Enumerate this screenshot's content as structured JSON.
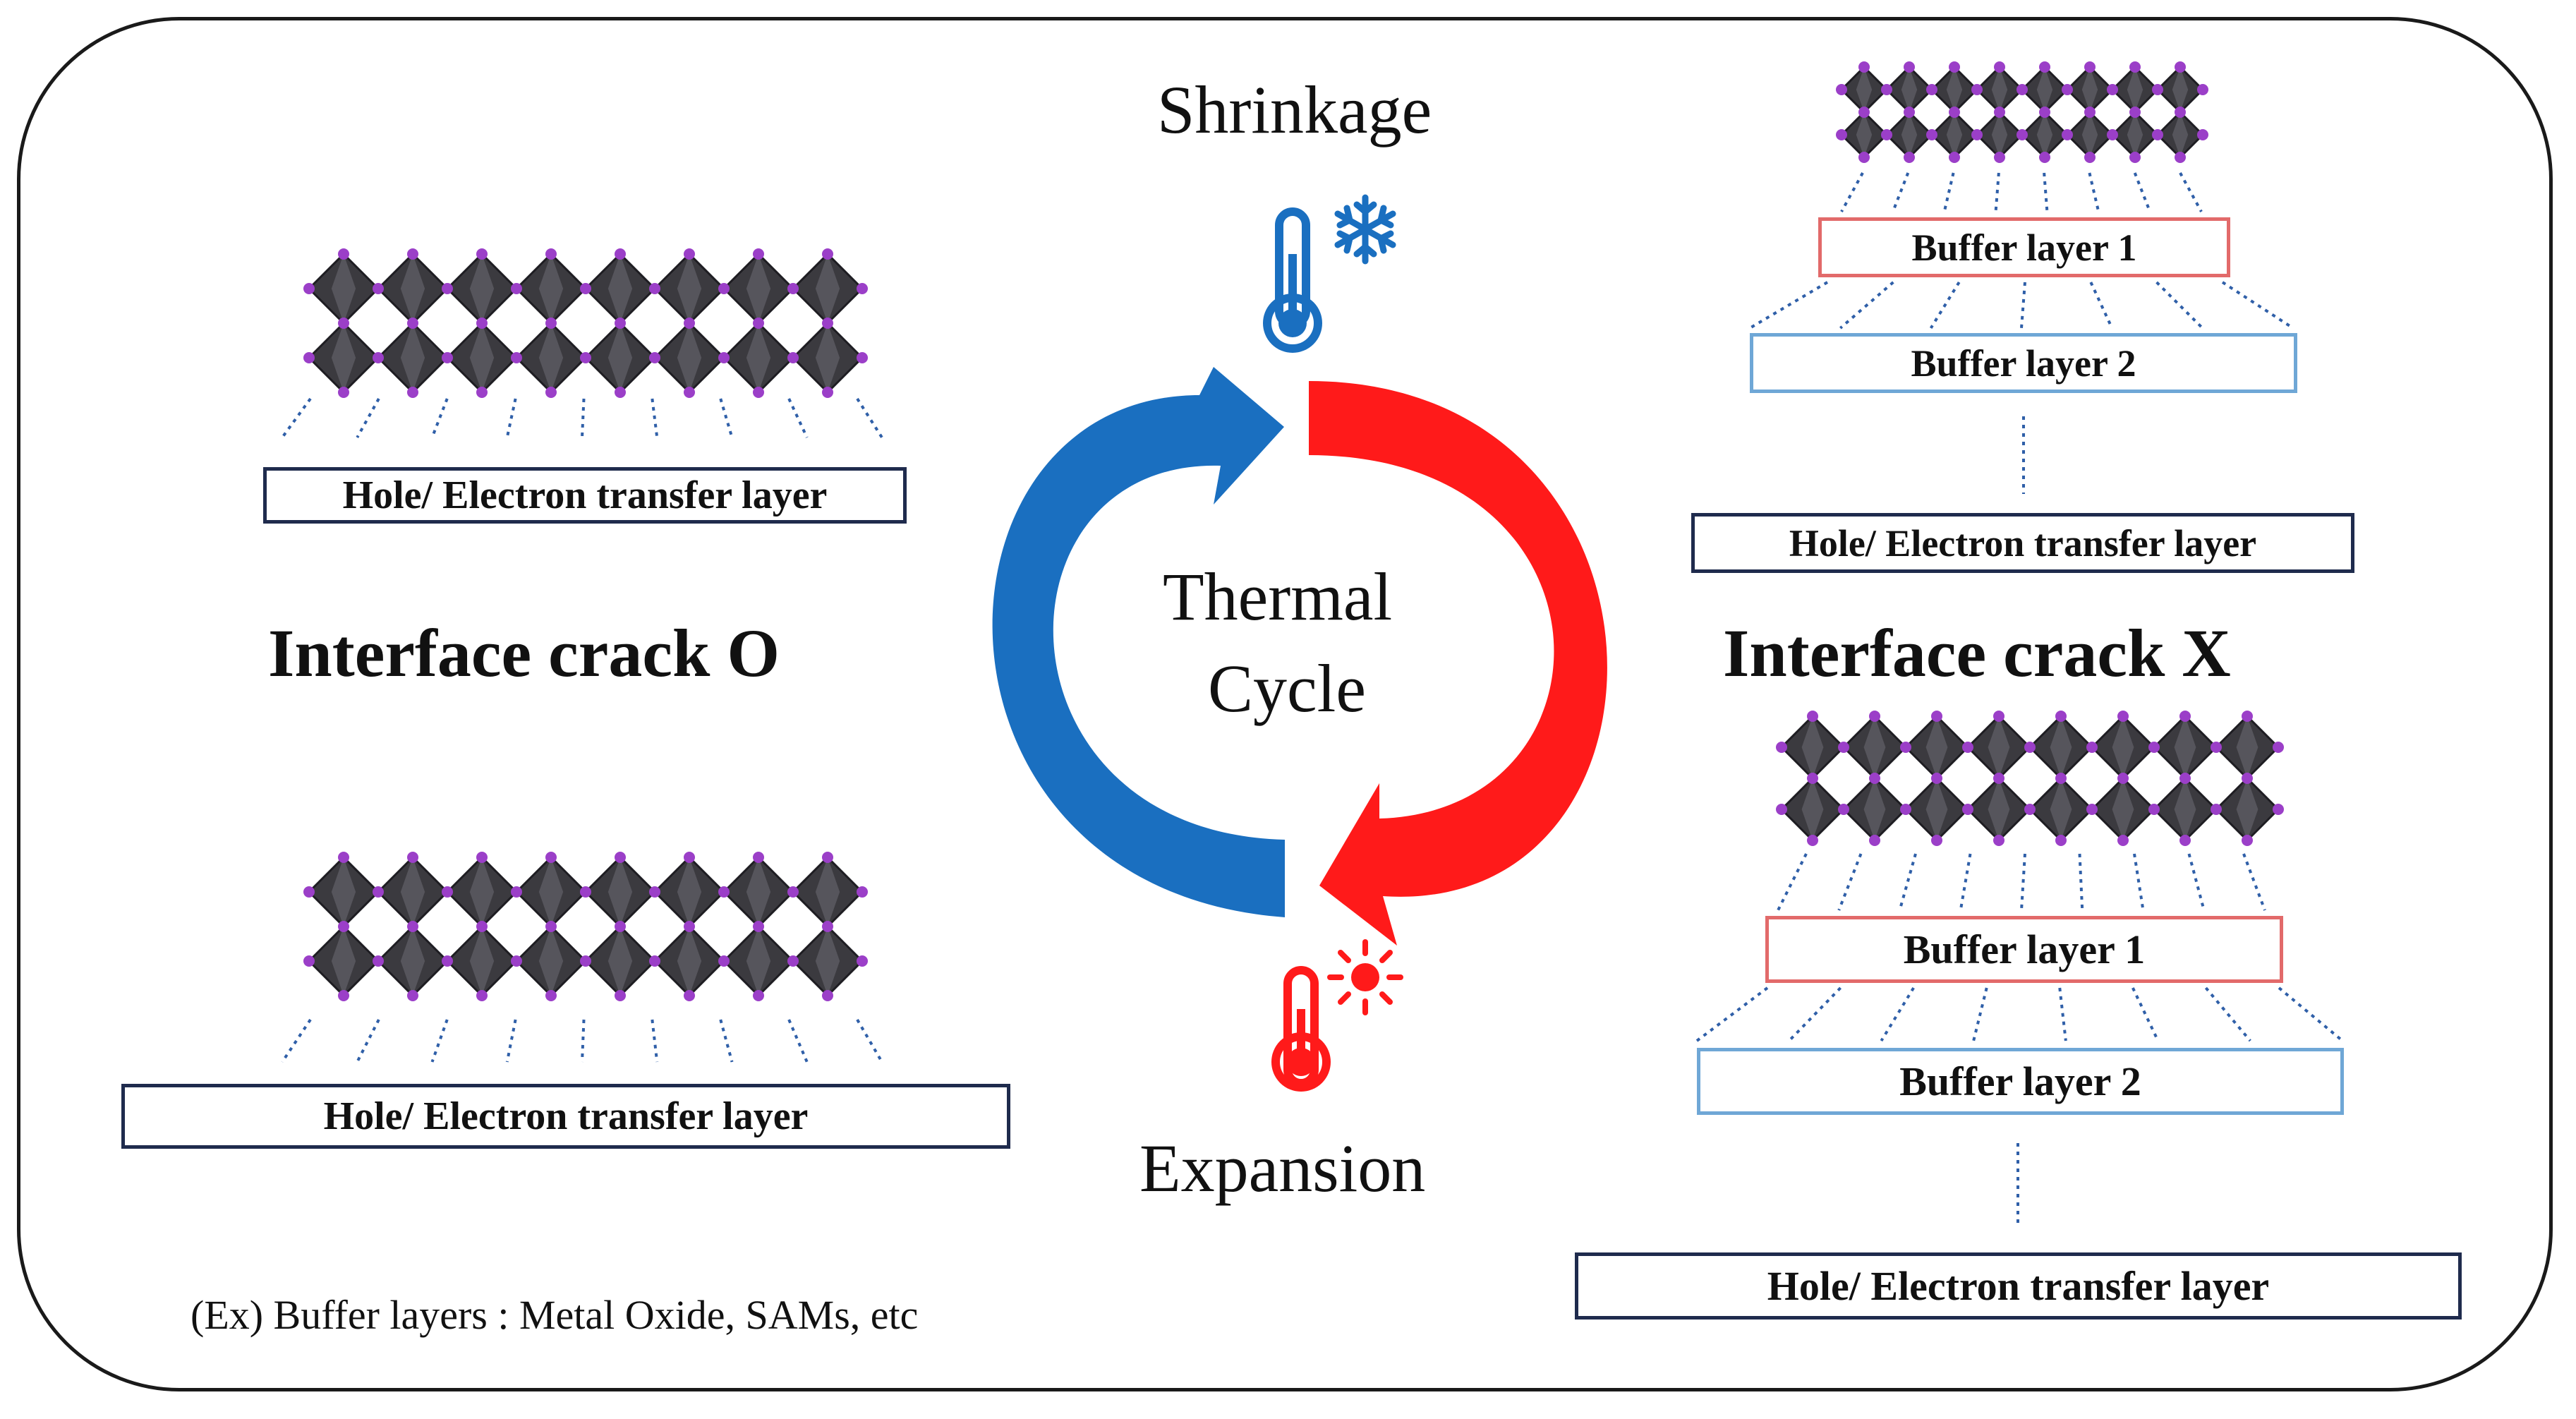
{
  "center": {
    "top_label": "Shrinkage",
    "bottom_label": "Expansion",
    "cycle_line1": "Thermal",
    "cycle_line2": "Cycle"
  },
  "left": {
    "heading": "Interface crack O",
    "top_layer": "Hole/ Electron transfer layer",
    "bottom_layer": "Hole/ Electron transfer layer"
  },
  "right": {
    "heading": "Interface crack X",
    "top_stack": {
      "buffer1": "Buffer layer 1",
      "buffer2": "Buffer layer 2",
      "transfer": "Hole/ Electron transfer layer"
    },
    "bottom_stack": {
      "buffer1": "Buffer layer 1",
      "buffer2": "Buffer layer 2",
      "transfer": "Hole/ Electron transfer layer"
    }
  },
  "footnote": "(Ex) Buffer layers : Metal Oxide, SAMs, etc",
  "colors": {
    "cold": "#1a6fc0",
    "hot": "#ff1a1a",
    "octahedron": "#3b3a3f",
    "atom": "#9b3fc8",
    "frame": "#1a1a1a",
    "transfer_border": "#1f2b4d",
    "buffer1_border": "#e26a6a",
    "buffer2_border": "#6fa7d6",
    "dotted_link": "#2f5fa8"
  }
}
